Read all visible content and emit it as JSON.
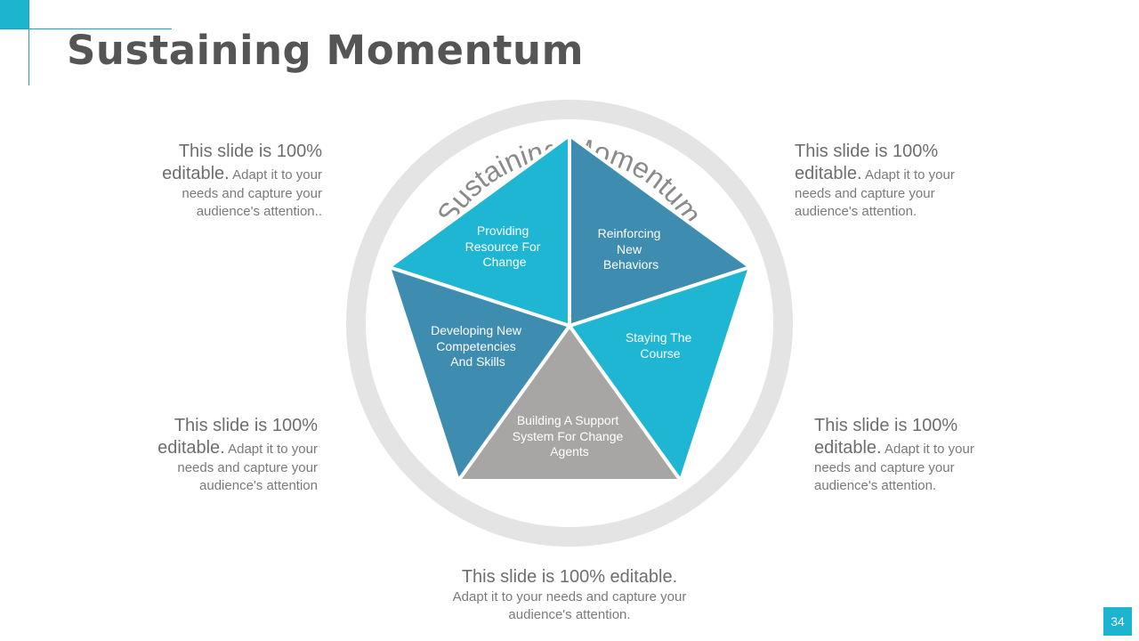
{
  "title": "Sustaining Momentum",
  "diagram": {
    "ring_label": "Sustaining Momentum",
    "segments": [
      {
        "label_lines": [
          "Providing",
          "Resource For",
          "Change"
        ],
        "color": "#1eb6d2"
      },
      {
        "label_lines": [
          "Reinforcing",
          "New",
          "Behaviors"
        ],
        "color": "#3e8db1"
      },
      {
        "label_lines": [
          "Staying The",
          "Course"
        ],
        "color": "#1eb6d2"
      },
      {
        "label_lines": [
          "Building A Support",
          "System For Change",
          "Agents"
        ],
        "color": "#a8a6a5"
      },
      {
        "label_lines": [
          "Developing New",
          "Competencies",
          "And Skills"
        ],
        "color": "#3e8db1"
      }
    ],
    "ring_color": "#e4e4e4"
  },
  "text_blocks": {
    "top_left": {
      "lead": "This slide is 100% editable.",
      "body": "Adapt it to your needs and capture your audience's attention.."
    },
    "top_right": {
      "lead": "This slide is 100% editable.",
      "body": "Adapt it to your needs and capture your audience's attention."
    },
    "bottom_left": {
      "lead": "This slide is 100% editable.",
      "body": "Adapt it to your needs and capture your audience's attention"
    },
    "bottom_right": {
      "lead": "This slide is 100% editable.",
      "body": "Adapt it to your needs and capture your audience's attention."
    },
    "bottom_center": {
      "lead": "This slide is 100% editable.",
      "body": "Adapt it to your needs and capture your audience's attention."
    }
  },
  "page_number": "34"
}
